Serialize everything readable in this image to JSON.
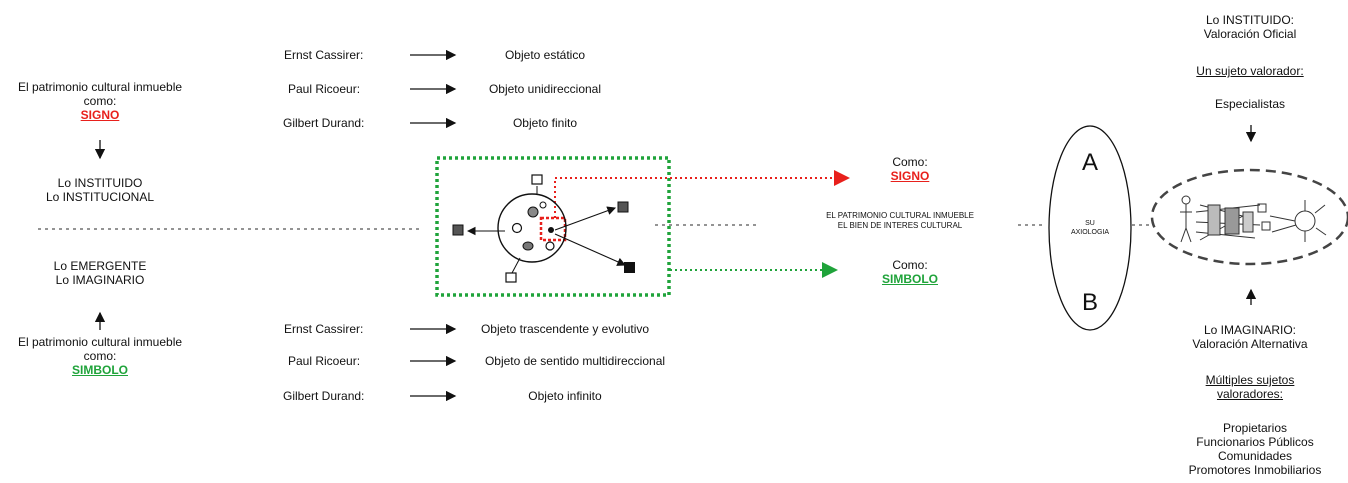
{
  "left": {
    "top_block": [
      "El patrimonio cultural inmueble",
      "como:"
    ],
    "signo": "SIGNO",
    "instituido": [
      "Lo INSTITUIDO",
      "Lo INSTITUCIONAL"
    ],
    "emergente": [
      "Lo EMERGENTE",
      "Lo IMAGINARIO"
    ],
    "bottom_block": [
      "El patrimonio cultural inmueble",
      "como:"
    ],
    "simbolo": "SIMBOLO"
  },
  "authors_top": [
    {
      "author": "Ernst Cassirer:",
      "object": "Objeto estático"
    },
    {
      "author": "Paul Ricoeur:",
      "object": "Objeto unidireccional"
    },
    {
      "author": "Gilbert Durand:",
      "object": "Objeto finito"
    }
  ],
  "authors_bottom": [
    {
      "author": "Ernst Cassirer:",
      "object": "Objeto trascendente y evolutivo"
    },
    {
      "author": "Paul Ricoeur:",
      "object": "Objeto de sentido multidireccional"
    },
    {
      "author": "Gilbert Durand:",
      "object": "Objeto infinito"
    }
  ],
  "center": {
    "como_signo": "Como:",
    "signo": "SIGNO",
    "patrimonio": [
      "EL PATRIMONIO CULTURAL INMUEBLE",
      "EL BIEN DE INTERES CULTURAL"
    ],
    "como_simbolo": "Como:",
    "simbolo": "SIMBOLO"
  },
  "ellipse": {
    "a": "A",
    "axiologia": [
      "SU",
      "AXIOLOGIA"
    ],
    "b": "B"
  },
  "right": {
    "instituido": [
      "Lo INSTITUIDO:",
      "Valoración Oficial"
    ],
    "un_sujeto": "Un sujeto valorador:",
    "especialistas": "Especialistas",
    "imaginario": [
      "Lo IMAGINARIO:",
      "Valoración Alternativa"
    ],
    "multiples": [
      "Múltiples sujetos",
      "valoradores:"
    ],
    "list": [
      "Propietarios",
      "Funcionarios Públicos",
      "Comunidades",
      "Promotores Inmobiliarios"
    ]
  },
  "colors": {
    "red": "#e8201c",
    "green": "#1fa33a",
    "dark": "#111111"
  }
}
